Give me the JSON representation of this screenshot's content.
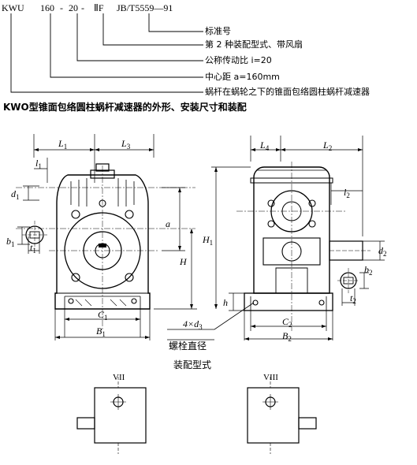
{
  "designation": {
    "code_parts": {
      "model": "KWU",
      "center_distance": "160",
      "dash1": "-",
      "ratio": "20",
      "dash2": "-",
      "assembly": "ⅡF",
      "standard": "JB/T5559—91"
    },
    "legend_lines": [
      "标准号",
      "第 2 种装配型式、带风扇",
      "公称传动比 i=20",
      "中心距 a=160mm",
      "蜗杆在蜗轮之下的锥面包络圆柱蜗杆减速器"
    ]
  },
  "section_title": "KWO型锥面包络圆柱蜗杆减速器的外形、安装尺寸和装配",
  "dimension_labels": {
    "L1": "L",
    "L1_sub": "1",
    "L3": "L",
    "L3_sub": "3",
    "l1": "l",
    "l1_sub": "1",
    "d1": "d",
    "d1_sub": "1",
    "b1": "b",
    "b1_sub": "1",
    "t1": "t",
    "t1_sub": "1",
    "a": "a",
    "H": "H",
    "C1": "C",
    "C1_sub": "1",
    "B1": "B",
    "B1_sub": "1",
    "L4": "L",
    "L4_sub": "4",
    "L2": "L",
    "L2_sub": "2",
    "l2": "l",
    "l2_sub": "2",
    "H1": "H",
    "H1_sub": "1",
    "d2": "d",
    "d2_sub": "2",
    "b2": "b",
    "b2_sub": "2",
    "t2": "t",
    "t2_sub": "2",
    "h": "h",
    "C2": "C",
    "C2_sub": "2",
    "B2": "B",
    "B2_sub": "2",
    "bolt_count": "4×d",
    "bolt_sub": "3"
  },
  "bolt_caption": "螺栓直径",
  "assembly_caption": "装配型式",
  "assembly_types": [
    "VII",
    "VIII"
  ]
}
